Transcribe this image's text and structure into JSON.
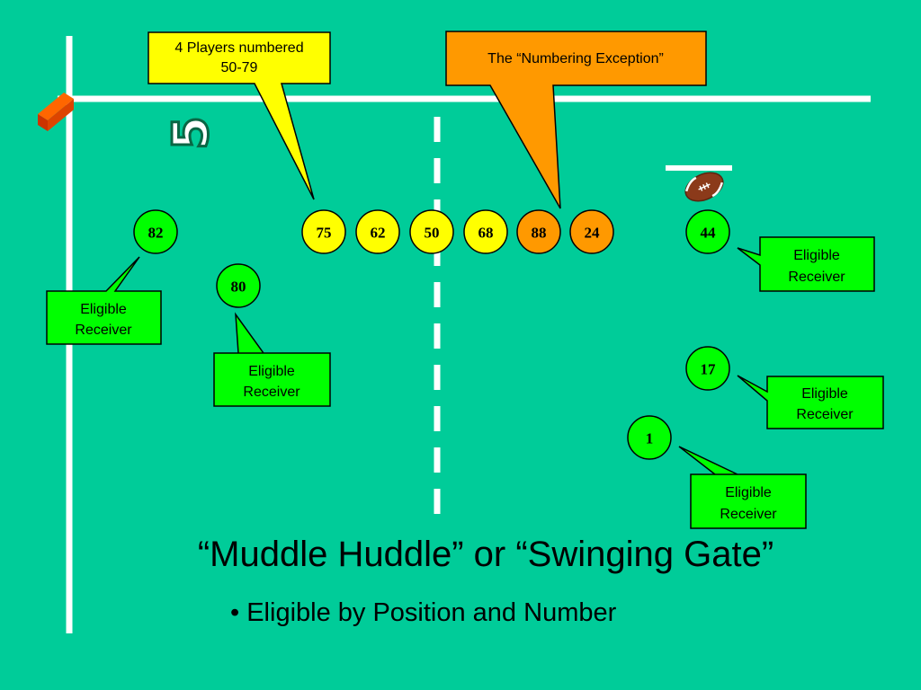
{
  "field": {
    "yard_marker": "5"
  },
  "players": [
    {
      "number": "82",
      "color": "#00ff00"
    },
    {
      "number": "80",
      "color": "#00ff00"
    },
    {
      "number": "75",
      "color": "#ffff00"
    },
    {
      "number": "62",
      "color": "#ffff00"
    },
    {
      "number": "50",
      "color": "#ffff00"
    },
    {
      "number": "68",
      "color": "#ffff00"
    },
    {
      "number": "88",
      "color": "#ff9900"
    },
    {
      "number": "24",
      "color": "#ff9900"
    },
    {
      "number": "44",
      "color": "#00ff00"
    },
    {
      "number": "17",
      "color": "#00ff00"
    },
    {
      "number": "1",
      "color": "#00ff00"
    }
  ],
  "callouts": {
    "players_numbered": {
      "line1": "4 Players numbered",
      "line2": "50-79",
      "color": "#ffff00"
    },
    "numbering_exception": {
      "text": "The “Numbering Exception”",
      "color": "#ff9900"
    },
    "eligible_label_line1": "Eligible",
    "eligible_label_line2": "Receiver",
    "eligible_color": "#00ff00"
  },
  "title": "“Muddle Huddle” or “Swinging Gate”",
  "bullet": "• Eligible by Position and Number"
}
